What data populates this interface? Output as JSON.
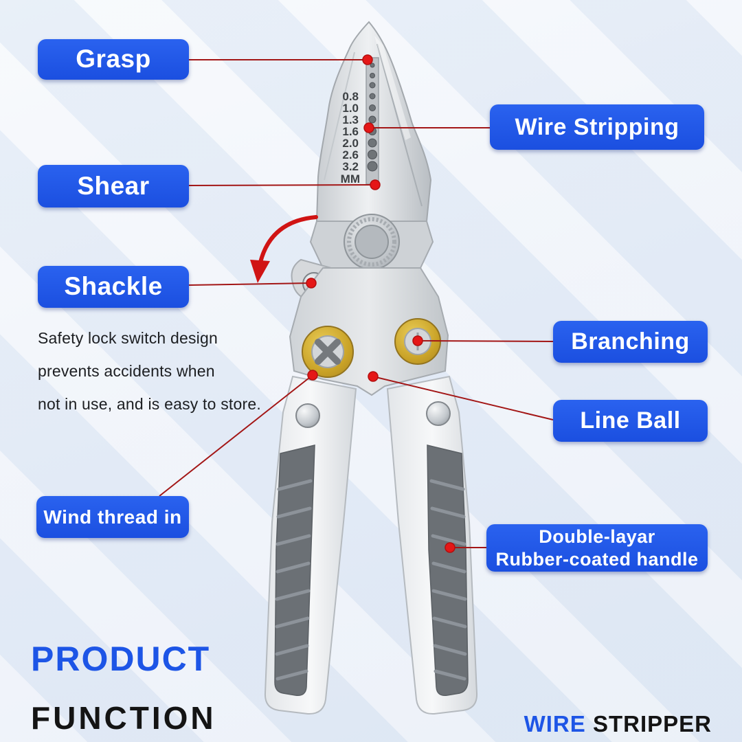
{
  "labels": {
    "grasp": "Grasp",
    "wire_stripping": "Wire Stripping",
    "shear": "Shear",
    "shackle": "Shackle",
    "branching": "Branching",
    "line_ball": "Line Ball",
    "wind_thread_in": "Wind thread in",
    "double_layer_line1": "Double-layar",
    "double_layer_line2": "Rubber-coated handle"
  },
  "description": {
    "line1": "Safety lock switch design",
    "line2": "prevents accidents when",
    "line3": "not in use, and is easy to store."
  },
  "tool": {
    "gauge_marks": [
      "0.8",
      "1.0",
      "1.3",
      "1.6",
      "2.0",
      "2.6",
      "3.2",
      "MM"
    ]
  },
  "footer": {
    "product": "PRODUCT",
    "function": "FUNCTION",
    "wire": "WIRE",
    "stripper": "STRIPPER"
  },
  "colors": {
    "label_blue": "#1d53e8",
    "brand_blue": "#1d55e6",
    "callout_line_red": "#a31616",
    "dot_red": "#e51717",
    "arrow_red": "#d01414",
    "gold": "#c9a227",
    "grip_gray": "#6b7075",
    "text_black": "#141414"
  }
}
